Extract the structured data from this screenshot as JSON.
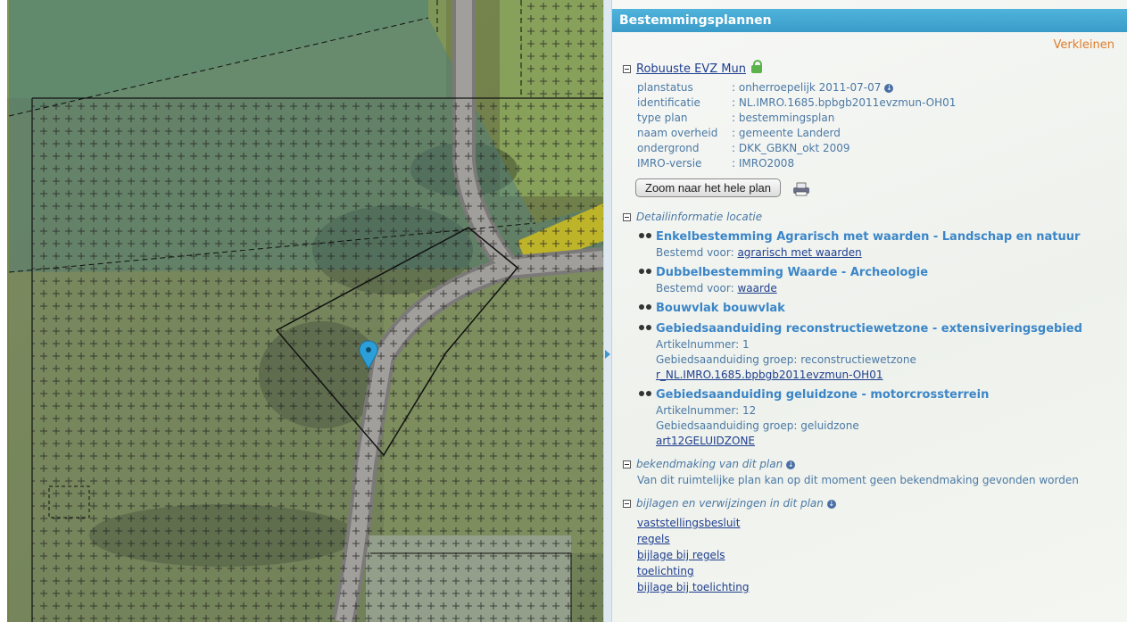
{
  "panel": {
    "title": "Bestemmingsplannen",
    "shrink_label": "Verkleinen"
  },
  "plan": {
    "name": "Robuuste EVZ Mun",
    "properties": [
      {
        "key": "planstatus",
        "value": ": onherroepelijk 2011-07-07"
      },
      {
        "key": "identificatie",
        "value": ": NL.IMRO.1685.bpbgb2011evzmun-OH01"
      },
      {
        "key": "type plan",
        "value": ": bestemmingsplan"
      },
      {
        "key": "naam overheid",
        "value": ": gemeente Landerd"
      },
      {
        "key": "ondergrond",
        "value": ": DKK_GBKN_okt 2009"
      },
      {
        "key": "IMRO-versie",
        "value": ": IMRO2008"
      }
    ],
    "zoom_button": "Zoom naar het hele plan"
  },
  "detail": {
    "title": "Detailinformatie locatie",
    "items": [
      {
        "title": "Enkelbestemming Agrarisch met waarden - Landschap en natuur",
        "line1_label": "Bestemd voor: ",
        "line1_link": "agrarisch met waarden"
      },
      {
        "title": "Dubbelbestemming Waarde - Archeologie",
        "line1_label": "Bestemd voor: ",
        "line1_link": "waarde"
      },
      {
        "title": "Bouwvlak bouwvlak"
      },
      {
        "title": "Gebiedsaanduiding reconstructiewetzone - extensiveringsgebied",
        "article": "Artikelnummer: 1",
        "group": "Gebiedsaanduiding groep: reconstructiewetzone",
        "link": "r_NL.IMRO.1685.bpbgb2011evzmun-OH01"
      },
      {
        "title": "Gebiedsaanduiding geluidzone - motorcrossterrein",
        "article": "Artikelnummer: 12",
        "group": "Gebiedsaanduiding groep: geluidzone",
        "link": "art12GELUIDZONE"
      }
    ]
  },
  "announcement": {
    "title": "bekendmaking van dit plan",
    "text": "Van dit ruimtelijke plan kan op dit moment geen bekendmaking gevonden worden"
  },
  "attachments": {
    "title": "bijlagen en verwijzingen in dit plan",
    "links": [
      "vaststellingsbesluit",
      "regels",
      "bijlage bij regels",
      "toelichting",
      "bijlage bij toelichting"
    ]
  }
}
